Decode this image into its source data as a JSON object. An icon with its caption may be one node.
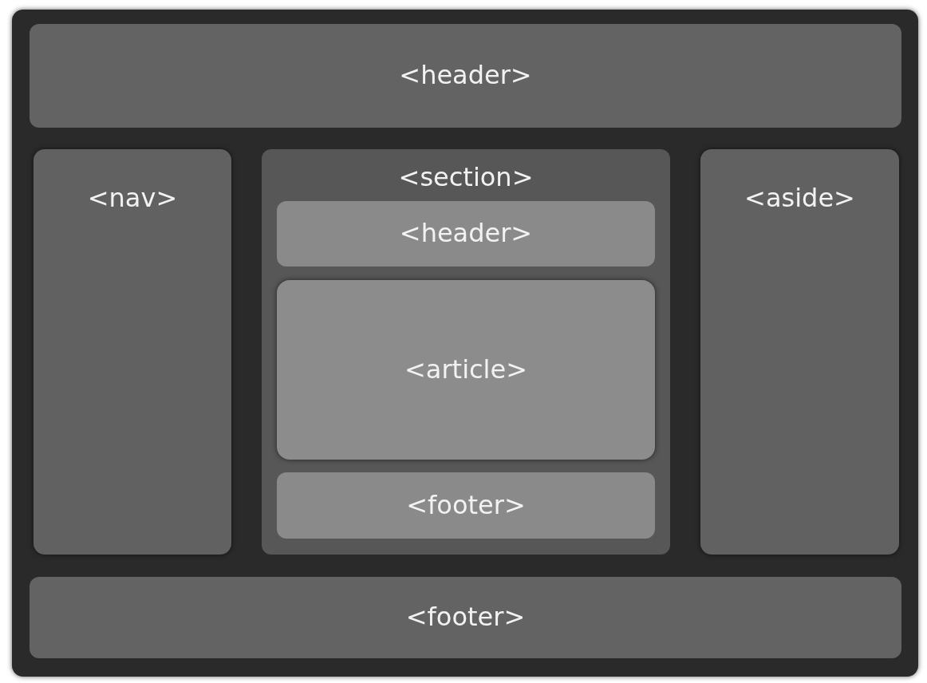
{
  "diagram": {
    "nodes": [
      {
        "text": [],
        "shape": "box"
      },
      {
        "text": [
          "<header>"
        ],
        "in": 0
      },
      {
        "text": [
          "<nav>"
        ],
        "in": 0
      },
      {
        "text": [
          "<section>"
        ],
        "in": 0
      },
      {
        "text": [
          "<header>"
        ],
        "in": 3
      },
      {
        "text": [
          "<article>"
        ],
        "in": 3
      },
      {
        "text": [
          "<footer>"
        ],
        "in": 3
      },
      {
        "text": [
          "<aside>"
        ],
        "in": 0
      },
      {
        "text": [
          "<footer>"
        ],
        "in": 0
      }
    ]
  }
}
